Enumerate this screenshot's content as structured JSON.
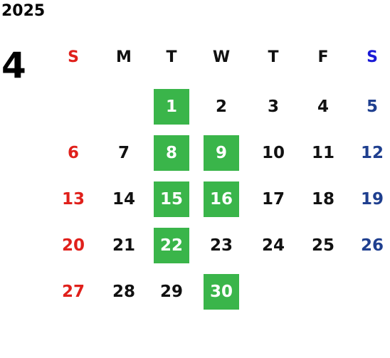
{
  "calendar": {
    "year": "2025",
    "month": "4",
    "weekdays": [
      "S",
      "M",
      "T",
      "W",
      "T",
      "F",
      "S"
    ],
    "weeks": [
      [
        "",
        "",
        "1",
        "2",
        "3",
        "4",
        "5"
      ],
      [
        "6",
        "7",
        "8",
        "9",
        "10",
        "11",
        "12"
      ],
      [
        "13",
        "14",
        "15",
        "16",
        "17",
        "18",
        "19"
      ],
      [
        "20",
        "21",
        "22",
        "23",
        "24",
        "25",
        "26"
      ],
      [
        "27",
        "28",
        "29",
        "30",
        "",
        "",
        ""
      ]
    ],
    "highlighted_days": [
      "1",
      "8",
      "9",
      "15",
      "16",
      "22",
      "30"
    ]
  },
  "colors": {
    "sunday_header": "#e0201b",
    "saturday_header": "#1a1ad6",
    "sunday_day": "#e0201b",
    "saturday_day": "#1f3f8f",
    "weekday": "#111111",
    "highlight_bg": "#3ab54a",
    "highlight_text": "#ffffff"
  }
}
